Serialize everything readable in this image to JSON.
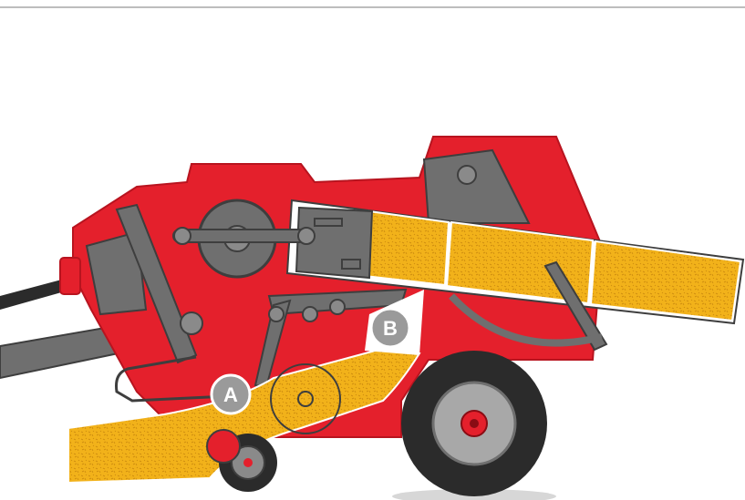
{
  "diagram": {
    "callouts": [
      {
        "id": "A",
        "label": "A"
      },
      {
        "id": "B",
        "label": "B"
      }
    ]
  },
  "colors": {
    "body_red": "#e4202c",
    "body_red_dark": "#b8141f",
    "steel_gray": "#6f6f6f",
    "steel_dark": "#3e3e3e",
    "straw_yellow": "#f2b21a",
    "tire_black": "#2b2b2b",
    "callout_gray": "#9a9a9a"
  }
}
